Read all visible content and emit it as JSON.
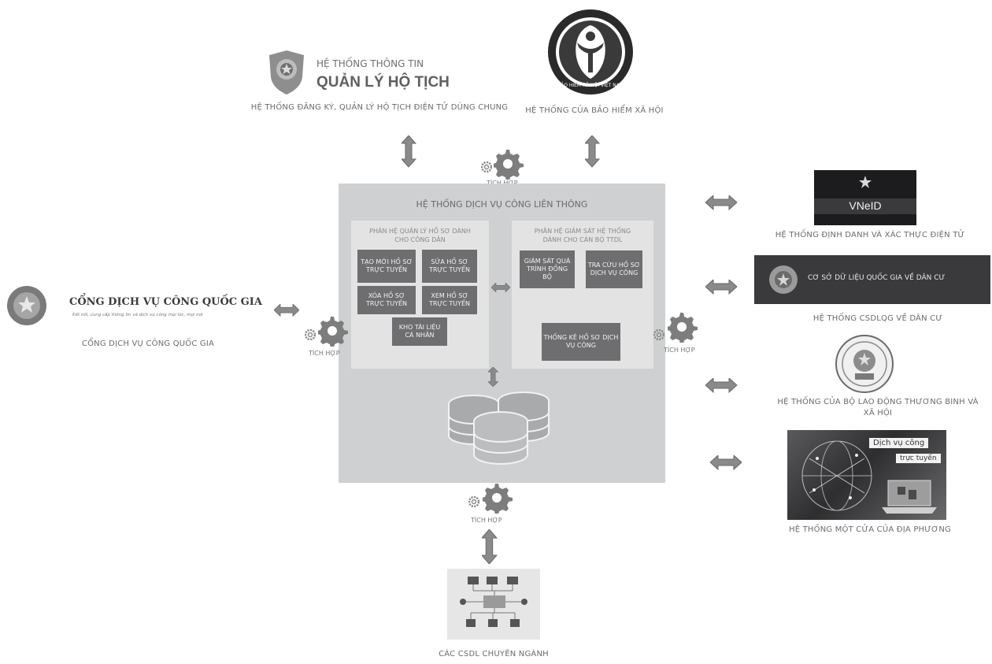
{
  "ho_tich": {
    "logo_line1": "HỆ THỐNG THÔNG TIN",
    "logo_line2": "QUẢN LÝ HỘ TỊCH",
    "caption": "HỆ THỐNG ĐĂNG KÝ, QUẢN LÝ HỘ TỊCH ĐIỆN TỬ DÙNG CHUNG"
  },
  "bhxh": {
    "logo_text": "BẢO HIỂM XÃ HỘI VIỆT NAM",
    "caption": "HỆ THỐNG CỦA BẢO HIỂM XÃ HỘI"
  },
  "integration_label": "TÍCH HỢP",
  "center": {
    "title": "HỆ THỐNG DỊCH VỤ CÔNG LIÊN THÔNG",
    "left_panel": {
      "title": "PHÂN HỆ QUẢN LÝ HỒ SƠ DÀNH CHO CÔNG DÂN",
      "items": [
        "TẠO MỚI HỒ SƠ TRỰC TUYẾN",
        "SỬA HỒ SƠ TRỰC TUYẾN",
        "XÓA HỒ SƠ TRỰC TUYẾN",
        "XEM HỒ SƠ TRỰC TUYẾN",
        "KHO TÀI LIỆU CÁ NHÂN"
      ]
    },
    "right_panel": {
      "title": "PHÂN HỆ GIÁM SÁT HỆ THỐNG DÀNH CHO CÁN BỘ TTDL",
      "items": [
        "GIÁM SÁT QUÁ TRÌNH ĐỒNG BỘ",
        "TRA CỨU HỒ SƠ DỊCH VỤ CÔNG",
        "THỐNG KÊ HỒ SƠ DỊCH VỤ CÔNG"
      ]
    }
  },
  "portal": {
    "title": "CỔNG DỊCH VỤ CÔNG QUỐC GIA",
    "slogan": "Kết nối, cung cấp thông tin và dịch vụ công mọi lúc, mọi nơi",
    "caption": "CỔNG DỊCH VỤ CÔNG QUỐC GIA"
  },
  "vneid": {
    "logo_text": "VNeID",
    "caption": "HỆ THỐNG ĐỊNH DANH VÀ XÁC THỰC ĐIỆN TỬ"
  },
  "csdl_dancu": {
    "logo_text": "CƠ SỞ DỮ LIỆU QUỐC GIA VỀ DÂN CƯ",
    "caption": "HỆ THỐNG CSDLQG VỀ DÂN CƯ"
  },
  "ldtbxh": {
    "caption": "HỆ THỐNG CỦA BỘ LAO ĐỘNG THƯƠNG BINH VÀ XÃ HỘI"
  },
  "mot_cua": {
    "image_text1": "Dịch vụ công",
    "image_text2": "trực tuyến",
    "caption": "HỆ THỐNG MỘT CỬA CỦA ĐỊA PHƯƠNG"
  },
  "csdl_chuyen_nganh": {
    "caption": "CÁC CSDL CHUYÊN NGÀNH"
  },
  "colors": {
    "center_bg": "#cfd0d2",
    "panel_bg": "#e3e3e4",
    "box_bg": "#6e6e70",
    "arrow": "#7a7a7a"
  }
}
